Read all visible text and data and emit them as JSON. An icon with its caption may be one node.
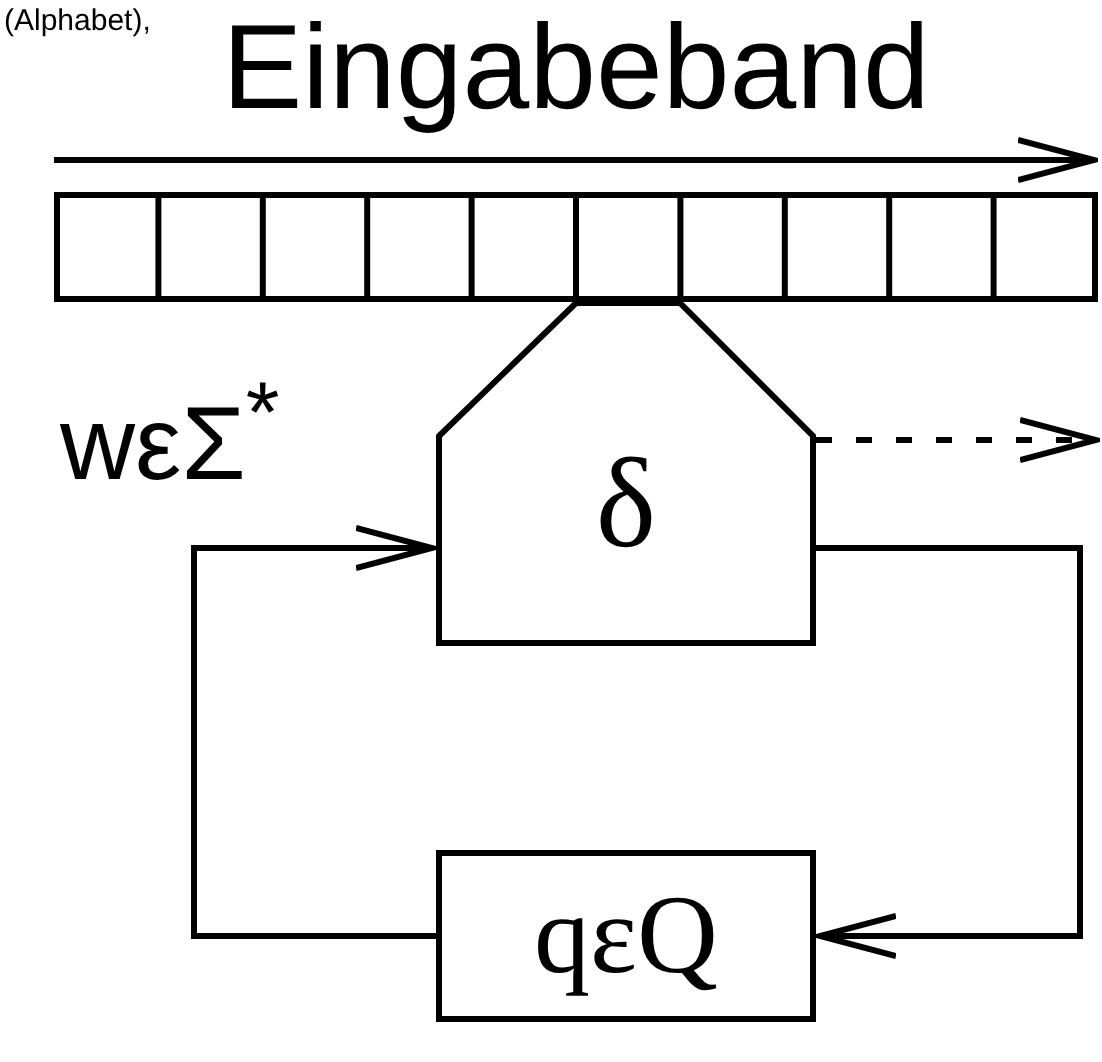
{
  "diagram": {
    "nodes": [
      {
        "text": [
          "Eingabeband"
        ]
      },
      {
        "text": [
          "δ"
        ]
      },
      {
        "text": [
          "qεQ"
        ]
      }
    ],
    "edges": [
      {
        "from": 1,
        "to": 2,
        "arrow": "to"
      },
      {
        "from": 2,
        "to": 1,
        "arrow": "to"
      },
      {
        "from": 1,
        "to": null,
        "arrow": "to",
        "style": "dashed"
      }
    ],
    "labels": [
      "(Alphabet),",
      "wεΣ$^{*}$"
    ]
  }
}
